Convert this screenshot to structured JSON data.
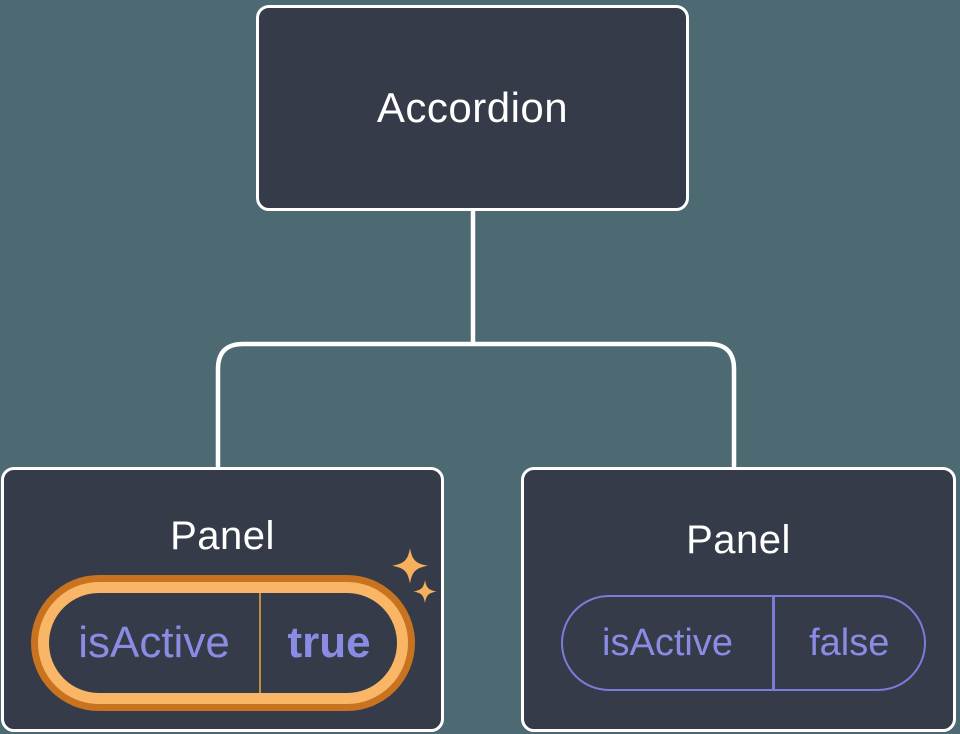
{
  "tree": {
    "root": {
      "label": "Accordion"
    },
    "panels": [
      {
        "title": "Panel",
        "prop_name": "isActive",
        "prop_value": "true",
        "highlighted": true
      },
      {
        "title": "Panel",
        "prop_name": "isActive",
        "prop_value": "false",
        "highlighted": false
      }
    ]
  },
  "icons": {
    "sparkle": "four-point-star"
  },
  "colors": {
    "background": "#4d6972",
    "node_fill": "#353b48",
    "node_border": "#ffffff",
    "connector": "#ffffff",
    "title_text": "#ffffff",
    "label_purple": "#8a8ce4",
    "pill_border_purple": "#7a7cdb",
    "highlight_gold": "#f9b666",
    "highlight_dark_orange": "#c8731f",
    "highlight_divider": "#c08c42",
    "sparkle_gold": "#f8b05e"
  }
}
